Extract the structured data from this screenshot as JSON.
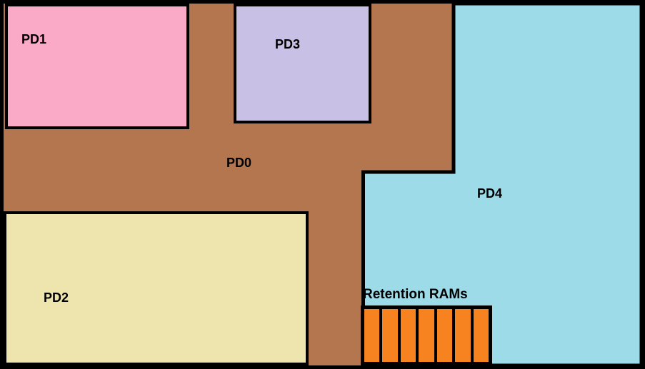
{
  "diagram": {
    "outline_color": "#000000",
    "regions": {
      "pd0": {
        "label": "PD0",
        "color": "#B3764E"
      },
      "pd1": {
        "label": "PD1",
        "color": "#FAAAC6"
      },
      "pd2": {
        "label": "PD2",
        "color": "#EDE5AD"
      },
      "pd3": {
        "label": "PD3",
        "color": "#C9C0E6"
      },
      "pd4": {
        "label": "PD4",
        "color": "#9CDBE7"
      }
    },
    "retention_rams": {
      "label": "Retention RAMs",
      "bar_color": "#F78320",
      "bar_count": 7
    }
  }
}
